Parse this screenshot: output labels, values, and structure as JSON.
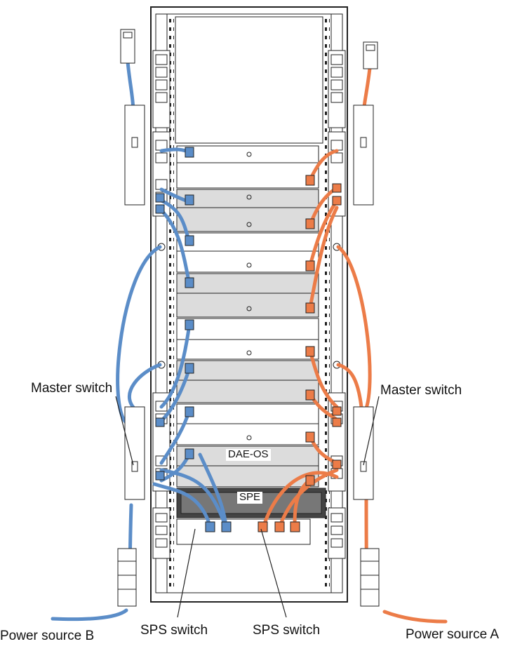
{
  "labels": {
    "master_switch_left": "Master switch",
    "master_switch_right": "Master switch",
    "sps_switch_left": "SPS switch",
    "sps_switch_right": "SPS switch",
    "power_source_b": "Power source B",
    "power_source_a": "Power source A",
    "dae_os": "DAE-OS",
    "spe": "SPE"
  },
  "colors": {
    "power_b_cable": "#5b8dc8",
    "power_a_cable": "#ec7c48",
    "line": "#222222",
    "enclosure_fill": "#dcdcdc"
  },
  "icons": [
    "power-plug-icon",
    "power-switch-icon",
    "outlet-icon"
  ]
}
